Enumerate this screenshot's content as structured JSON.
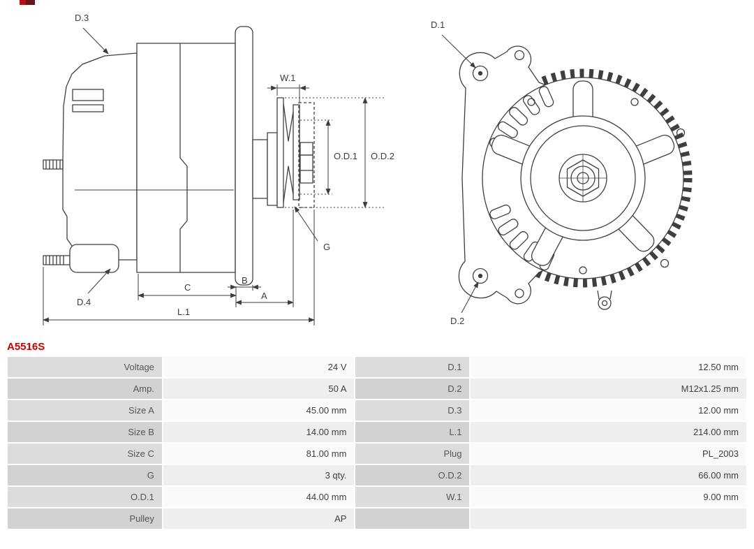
{
  "product": {
    "code": "A5516S"
  },
  "colors": {
    "product_code": "#cc0000",
    "table_label_bg": "#d9d9d9",
    "table_value_bg": "#f5f5f5",
    "drawing_line": "#3f3f3f"
  },
  "diagram": {
    "labels": {
      "d1": "D.1",
      "d2": "D.2",
      "d3": "D.3",
      "d4": "D.4",
      "w1": "W.1",
      "od1": "O.D.1",
      "od2": "O.D.2",
      "g": "G",
      "a": "A",
      "b": "B",
      "c": "C",
      "l1": "L.1"
    }
  },
  "specs": {
    "rows": [
      {
        "label_left": "Voltage",
        "value_left": "24 V",
        "label_right": "D.1",
        "value_right": "12.50 mm"
      },
      {
        "label_left": "Amp.",
        "value_left": "50 A",
        "label_right": "D.2",
        "value_right": "M12x1.25 mm"
      },
      {
        "label_left": "Size A",
        "value_left": "45.00 mm",
        "label_right": "D.3",
        "value_right": "12.00 mm"
      },
      {
        "label_left": "Size B",
        "value_left": "14.00 mm",
        "label_right": "L.1",
        "value_right": "214.00 mm"
      },
      {
        "label_left": "Size C",
        "value_left": "81.00 mm",
        "label_right": "Plug",
        "value_right": "PL_2003"
      },
      {
        "label_left": "G",
        "value_left": "3 qty.",
        "label_right": "O.D.2",
        "value_right": "66.00 mm"
      },
      {
        "label_left": "O.D.1",
        "value_left": "44.00 mm",
        "label_right": "W.1",
        "value_right": "9.00 mm"
      },
      {
        "label_left": "Pulley",
        "value_left": "AP",
        "label_right": "",
        "value_right": ""
      }
    ]
  }
}
